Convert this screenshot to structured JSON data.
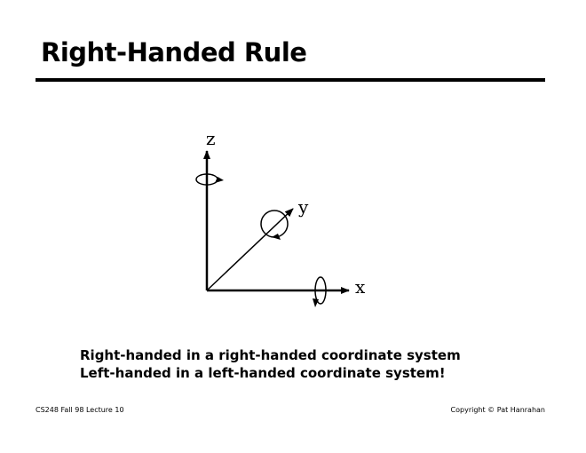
{
  "slide": {
    "title": "Right-Handed Rule",
    "diagram": {
      "z_label": "z",
      "y_label": "y",
      "x_label": "x"
    },
    "body_lines": [
      "Right-handed in a right-handed coordinate system",
      "Left-handed in a left-handed coordinate system!"
    ],
    "footer_left": "CS248 Fall 98 Lecture 10",
    "footer_right": "Copyright © Pat Hanrahan"
  }
}
